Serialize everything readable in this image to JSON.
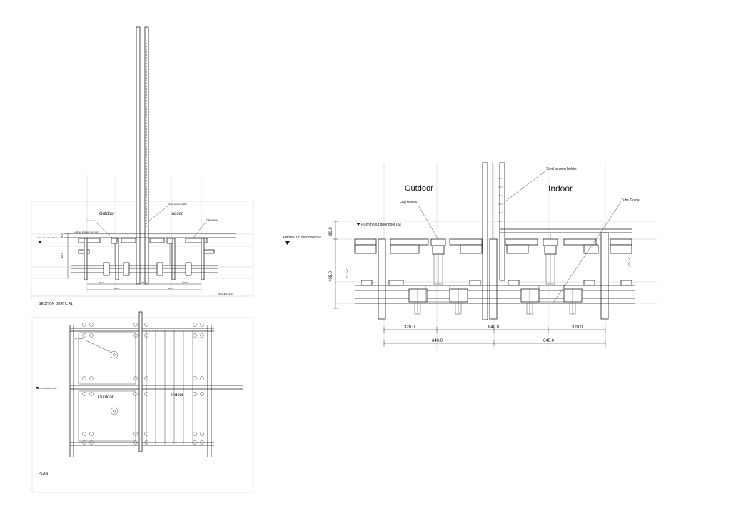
{
  "section_small": {
    "outdoor": "Outdoor",
    "indoor": "Indoor",
    "fog_nosel": "Fog nosel",
    "steel_screen_holder": "Steel screen holder",
    "tube_guide": "Tube Guide",
    "outdoor_floor_80": "+80mm Outdoor floor Lvl",
    "outdoor_floor_0": "+0mm Out door floor Lvl",
    "dim_80": "80.0",
    "dim_405": "405.0",
    "dim_320": "320.0",
    "dim_640": "640.0",
    "scale_note": "SCALE 1:10 A1"
  },
  "titles": {
    "section_detail": "SECTION DEATIL A1",
    "plan": "PLAN",
    "section_marker": "SECTION DEATIL A1"
  },
  "plan": {
    "outdoor": "Outdoor",
    "indoor": "Indoor",
    "fog_nosel": "Fog nosel"
  },
  "section_large": {
    "outdoor": "Outdoor",
    "indoor": "Indoor",
    "steel_screen_holder": "Steel screen holder",
    "fog_nossel": "Fog nossel",
    "tube_guide": "Tubs Guide",
    "floor_80": "+80mm Out door floor Lvl",
    "floor_0": "+0mm Out door floor Lvl",
    "dim_80": "80.0",
    "dim_405": "405.0",
    "dim_320a": "320.0",
    "dim_640a": "640.0",
    "dim_320b": "320.0",
    "dim_640b": "640.0",
    "dim_640c": "640.0"
  }
}
